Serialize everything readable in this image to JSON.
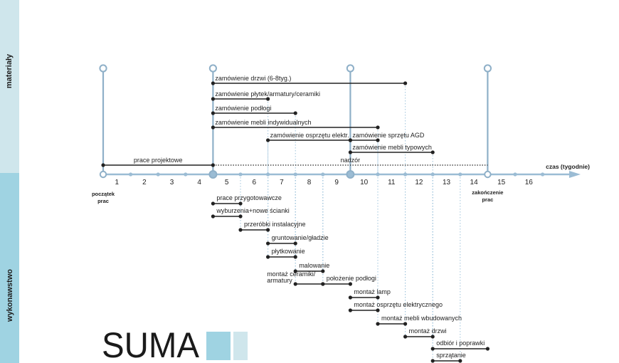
{
  "sidebar": {
    "top_label": "materiały",
    "bottom_label": "wykonawstwo"
  },
  "timeline": {
    "axis_label": "czas (tygodnie)",
    "week_labels": [
      "1",
      "2",
      "3",
      "4",
      "5",
      "6",
      "7",
      "8",
      "9",
      "10",
      "11",
      "12",
      "13",
      "14",
      "15",
      "16"
    ],
    "start_label": [
      "początek",
      "prac"
    ],
    "end_label": [
      "zakończenie",
      "prac"
    ]
  },
  "milestones": [
    0,
    4,
    9,
    14
  ],
  "top_lines": [
    {
      "label": "prace projektowe",
      "start": 0,
      "end": 4,
      "style": "solid"
    },
    {
      "label": "nadzór",
      "start": 4,
      "end": 14,
      "style": "dotted"
    }
  ],
  "materials": [
    {
      "label": "zamówienie drzwi (6-8tyg.)",
      "start": 4,
      "end": 11
    },
    {
      "label": "zamówienie płytek/armatury/ceramiki",
      "start": 4,
      "end": 6
    },
    {
      "label": "zamówienie podłogi",
      "start": 4,
      "end": 7
    },
    {
      "label": "zamówienie mebli indywidualnych",
      "start": 4,
      "end": 10
    },
    {
      "label": "zamówienie osprzętu elektr.",
      "start": 6,
      "end": 9
    },
    {
      "label": "zamówienie sprzętu AGD",
      "start": 9,
      "end": 10
    },
    {
      "label": "zamówienie mebli typowych",
      "start": 9,
      "end": 12
    }
  ],
  "works": [
    {
      "label": "prace przygotowawcze",
      "start": 4,
      "end": 5
    },
    {
      "label": "wyburzenia+nowe ścianki",
      "start": 4,
      "end": 5
    },
    {
      "label": "przeróbki instalacyjne",
      "start": 5,
      "end": 6
    },
    {
      "label": "gruntowanie/gładzie",
      "start": 6,
      "end": 7
    },
    {
      "label": "płytkowanie",
      "start": 6,
      "end": 7
    },
    {
      "label": "malowanie",
      "start": 7,
      "end": 8
    },
    {
      "label": "montaż ceramiki/ armatury",
      "start": 7,
      "end": 8
    },
    {
      "label": "położenie podłogi",
      "start": 8,
      "end": 9
    },
    {
      "label": "montaż lamp",
      "start": 9,
      "end": 10
    },
    {
      "label": "montaż osprzętu elektrycznego",
      "start": 9,
      "end": 10
    },
    {
      "label": "montaż mebli wbudowanych",
      "start": 10,
      "end": 11
    },
    {
      "label": "montaż drzwi",
      "start": 11,
      "end": 12
    },
    {
      "label": "odbiór i poprawki",
      "start": 12,
      "end": 14
    },
    {
      "label": "sprzątanie",
      "start": 12,
      "end": 13
    }
  ],
  "logo": {
    "text": "SUMA",
    "square_colors": [
      "#9fd3e2",
      "#cfe6ec"
    ]
  },
  "colors": {
    "milestone": "#8fb0c8",
    "axis": "#9bbcd4",
    "bar": "#222222",
    "dotted_guide": "#9fc4dc",
    "text": "#222222"
  }
}
